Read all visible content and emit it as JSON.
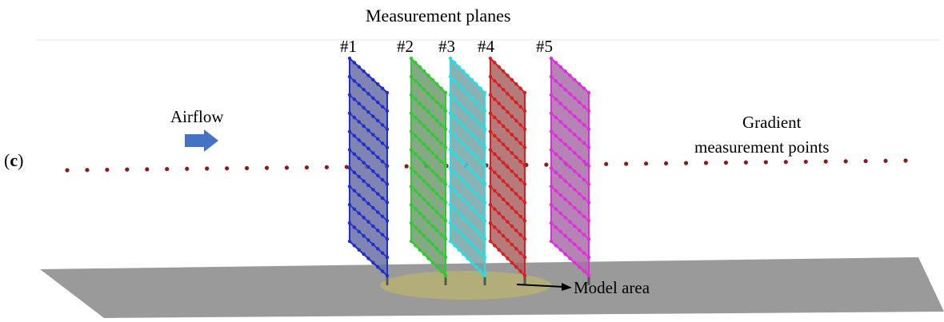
{
  "title": "Measurement planes",
  "panel": {
    "open": "(",
    "letter": "c",
    "close": ")"
  },
  "airflow": {
    "label": "Airflow",
    "arrow_color": "#4472C4"
  },
  "gradient": {
    "line1": "Gradient",
    "line2": "measurement points",
    "point_color": "#8B1A1A",
    "point_count": 43
  },
  "model_area": {
    "label": "Model area",
    "fill": "#B3AD7A"
  },
  "ground": {
    "fill": "#9A9A9A"
  },
  "planes": [
    {
      "label": "#1",
      "color": "#1F2ECC",
      "fill": "#6A6FA6"
    },
    {
      "label": "#2",
      "color": "#2BCC2B",
      "fill": "#6E9A6E"
    },
    {
      "label": "#3",
      "color": "#22E0E8",
      "fill": "#77A4A6"
    },
    {
      "label": "#4",
      "color": "#D81E1E",
      "fill": "#A86464"
    },
    {
      "label": "#5",
      "color": "#E02BE0",
      "fill": "#A86FA8"
    }
  ]
}
